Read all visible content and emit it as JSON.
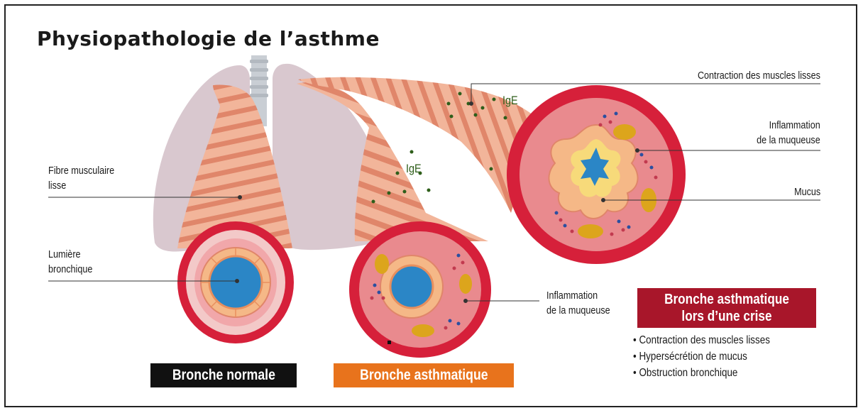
{
  "title": "Physiopathologie de l’asthme",
  "labels": {
    "fibre_line1": "Fibre musculaire",
    "fibre_line2": "lisse",
    "lumiere_line1": "Lumière",
    "lumiere_line2": "bronchique",
    "contraction": "Contraction des muscles lisses",
    "inflam_top_line1": "Inflammation",
    "inflam_top_line2": "de la muqueuse",
    "mucus": "Mucus",
    "inflam_mid_line1": "Inflammation",
    "inflam_mid_line2": "de la muqueuse",
    "ige_1": "IgE",
    "ige_2": "IgE"
  },
  "badges": {
    "normal": "Bronche normale",
    "asthmatic": "Bronche asthmatique"
  },
  "crisis": {
    "heading_line1": "Bronche asthmatique",
    "heading_line2": "lors d’une crise",
    "bullets": [
      "• Contraction des muscles lisses",
      "• Hypersécrétion de mucus",
      "• Obstruction bronchique"
    ]
  },
  "colors": {
    "lung": "#d9c8cf",
    "trachea": "#c9ced4",
    "muscle_light": "#f2b59a",
    "muscle_dark": "#e0866a",
    "wall_red": "#d6203a",
    "mucosa_pink": "#f1a7aa",
    "epithelium": "#f5b887",
    "lumen_blue": "#2b86c6",
    "mucus_yellow": "#f7da7a",
    "cell_ochre": "#dca51c",
    "badge_black": "#111111",
    "badge_orange": "#e8731c",
    "crisis_red": "#a8162a",
    "ige_green": "#2e5e1a"
  }
}
